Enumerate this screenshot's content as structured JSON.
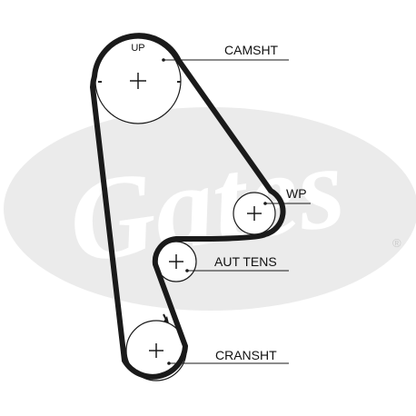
{
  "watermark": {
    "brand": "Gates",
    "registered": "®",
    "oval_color": "#ebebeb",
    "text_color": "#ffffff",
    "logo_icon": "gates-logo-watermark"
  },
  "colors": {
    "belt": "#1a1a1a",
    "pulley_stroke": "#1a1a1a",
    "pulley_fill": "#ffffff",
    "leader": "#1a1a1a"
  },
  "pulleys": {
    "camshaft": {
      "label": "CAMSHT",
      "marker": "UP",
      "timing_marks": [
        "-",
        "-"
      ]
    },
    "water_pump": {
      "label": "WP"
    },
    "auto_tensioner": {
      "label": "AUT TENS"
    },
    "crankshaft": {
      "label": "CRANSHT"
    }
  }
}
